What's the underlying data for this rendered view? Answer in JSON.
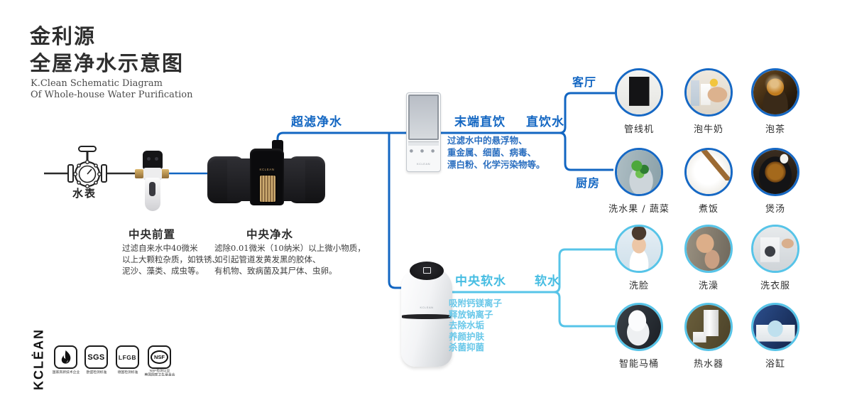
{
  "brand": "KCLEAN",
  "header": {
    "title_line1": "金利源",
    "title_line2": "全屋净水示意图",
    "subtitle_line1": "K.Clean Schematic Diagram",
    "subtitle_line2": "Of  Whole-house Water Purification"
  },
  "source": {
    "meter_label": "水表"
  },
  "stages": {
    "prefilter": {
      "title": "中央前置",
      "desc": [
        "过滤自来水中40微米",
        "以上大颗粒杂质，如铁锈、",
        "泥沙、藻类、成虫等。"
      ]
    },
    "central_purifier": {
      "title": "中央净水",
      "desc": [
        "滤除0.01微米（10纳米）以上微小物质，",
        "如引起管道发黄发黑的胶体、",
        "有机物、致病菌及其尸体、虫卵。"
      ]
    },
    "ultra_filter_label": "超滤净水",
    "terminal_drinking": {
      "title": "末端直饮",
      "desc": [
        "过滤水中的悬浮物、",
        "重金属、细菌、病毒、",
        "漂白粉、化学污染物等。"
      ]
    },
    "central_softener": {
      "title": "中央软水",
      "desc": [
        "吸附钙镁离子",
        "释放钠离子",
        "去除水垢",
        "养颜护肤",
        "杀菌抑菌"
      ]
    },
    "direct_drink_label": "直饮水",
    "soft_water_label": "软水"
  },
  "zones": {
    "living_room": "客厅",
    "kitchen": "厨房"
  },
  "usages": {
    "items": [
      {
        "label": "管线机"
      },
      {
        "label": "泡牛奶"
      },
      {
        "label": "泡茶"
      },
      {
        "label": "洗水果 / 蔬菜"
      },
      {
        "label": "煮饭"
      },
      {
        "label": "煲汤"
      },
      {
        "label": "洗脸"
      },
      {
        "label": "洗澡"
      },
      {
        "label": "洗衣服"
      },
      {
        "label": "智能马桶"
      },
      {
        "label": "热水器"
      },
      {
        "label": "浴缸"
      }
    ]
  },
  "footer": {
    "logo": "KCLĖAN",
    "badges": [
      {
        "label": "",
        "caption": "国家高新技术企业"
      },
      {
        "label": "SGS",
        "caption": "欧盟检测标准"
      },
      {
        "label": "LFGB",
        "caption": "德国检测标准"
      },
      {
        "label": "NSF",
        "caption": "NSF检测认证",
        "caption2": "美国国家卫生基金会"
      }
    ]
  },
  "colors": {
    "drink_blue": "#1266c2",
    "soft_cyan": "#57c4e8",
    "raw_black": "#2b2b2b"
  }
}
